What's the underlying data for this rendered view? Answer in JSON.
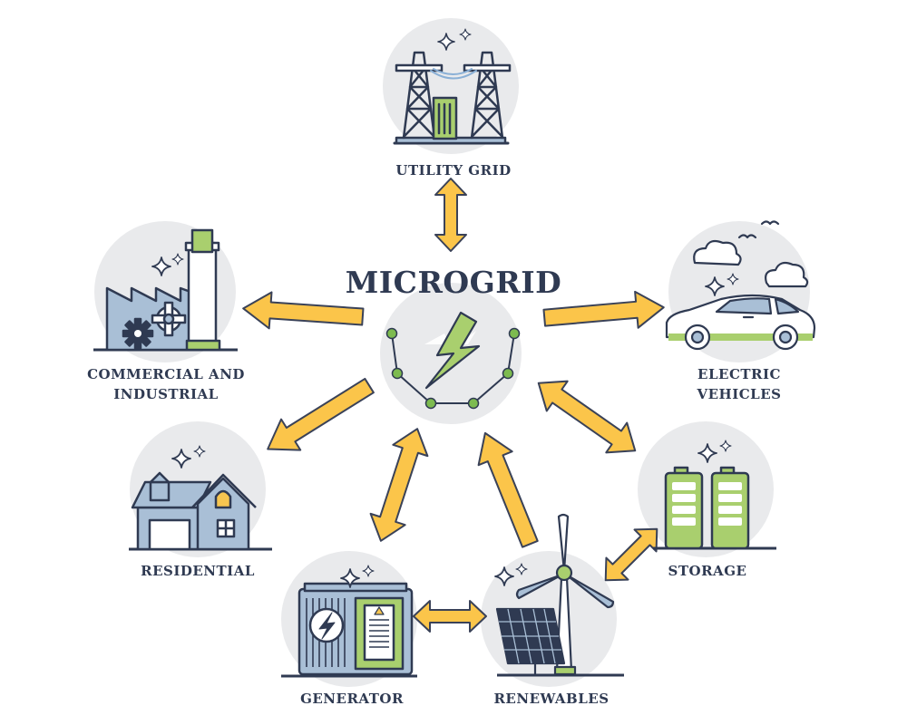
{
  "diagram": {
    "title": "MICROGRID",
    "nodes": {
      "utility_grid": {
        "label": [
          "UTILITY GRID"
        ]
      },
      "commercial": {
        "label": [
          "COMMERCIAL AND",
          "INDUSTRIAL"
        ]
      },
      "electric_vehicles": {
        "label": [
          "ELECTRIC",
          "VEHICLES"
        ]
      },
      "residential": {
        "label": [
          "RESIDENTIAL"
        ]
      },
      "storage": {
        "label": [
          "STORAGE"
        ]
      },
      "generator": {
        "label": [
          "GENERATOR"
        ]
      },
      "renewables": {
        "label": [
          "RENEWABLES"
        ]
      }
    },
    "connections": [
      {
        "from": "microgrid",
        "to": "utility_grid",
        "direction": "both"
      },
      {
        "from": "microgrid",
        "to": "commercial",
        "direction": "to"
      },
      {
        "from": "microgrid",
        "to": "electric_vehicles",
        "direction": "to"
      },
      {
        "from": "microgrid",
        "to": "residential",
        "direction": "to"
      },
      {
        "from": "microgrid",
        "to": "storage",
        "direction": "both"
      },
      {
        "from": "microgrid",
        "to": "generator",
        "direction": "both"
      },
      {
        "from": "renewables",
        "to": "microgrid",
        "direction": "to"
      },
      {
        "from": "generator",
        "to": "renewables",
        "direction": "both"
      },
      {
        "from": "renewables",
        "to": "storage",
        "direction": "both"
      }
    ],
    "colors": {
      "arrow_fill": "#fbc54a",
      "arrow_stroke": "#3a4258",
      "outline": "#2f3a52",
      "circle_bg": "#e9eaec",
      "accent_green": "#a9cf6e",
      "accent_blue": "#a9bfd6"
    }
  }
}
